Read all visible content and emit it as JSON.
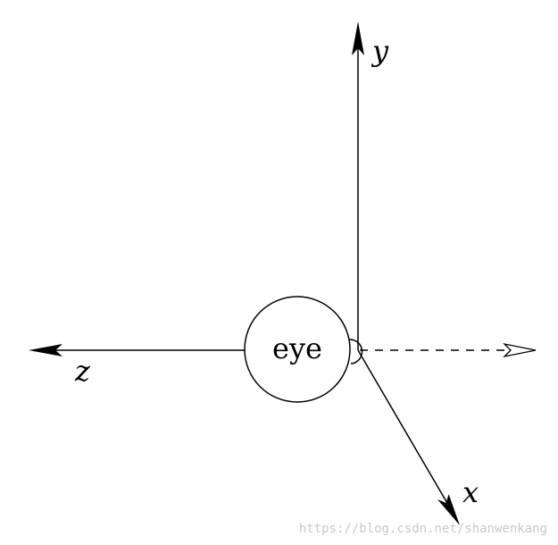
{
  "diagram": {
    "labels": {
      "y_axis": "y",
      "z_axis": "z",
      "x_axis": "x",
      "eye": "eye"
    },
    "watermark": "https://blog.csdn.net/shanwenkang",
    "colors": {
      "stroke": "#000000",
      "background": "#ffffff",
      "watermark": "#c8c8c8"
    }
  }
}
